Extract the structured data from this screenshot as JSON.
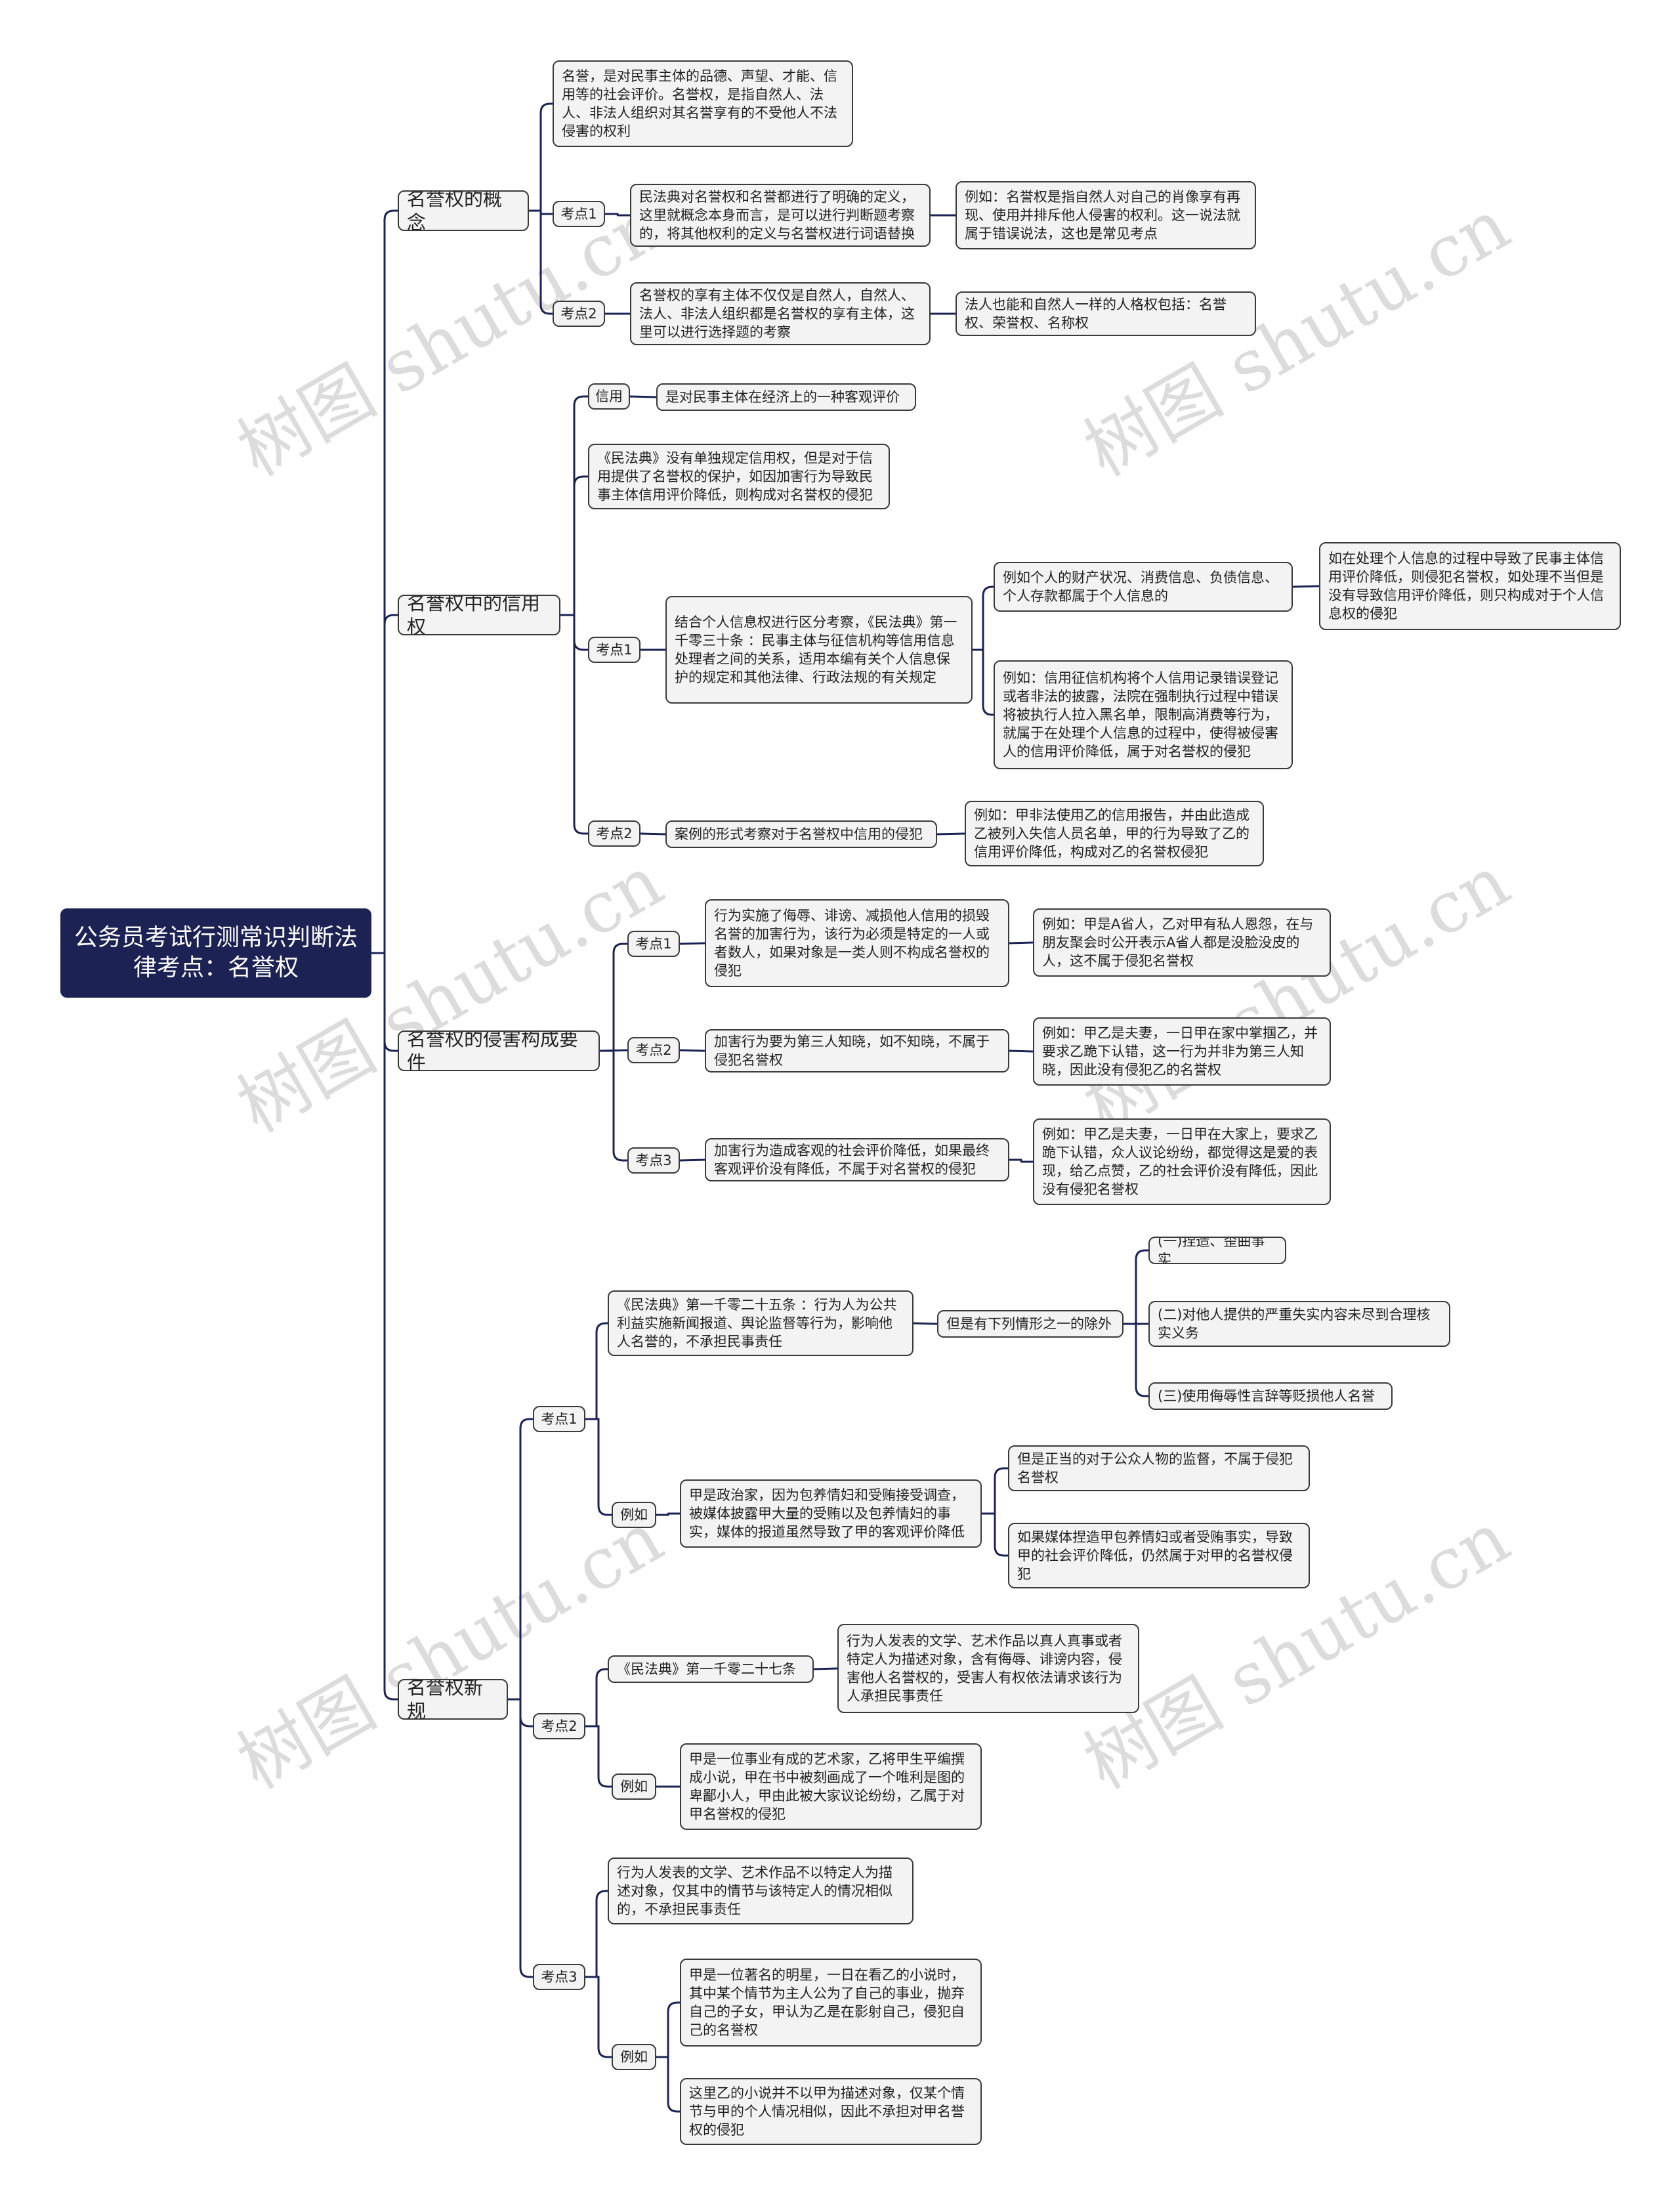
{
  "root": "公务员考试行测常识判断法律考点：名誉权",
  "watermark": "树图 shutu.cn",
  "s1": {
    "title": "名誉权的概念",
    "def": "名誉，是对民事主体的品德、声望、才能、信用等的社会评价。名誉权，是指自然人、法人、非法人组织对其名誉享有的不受他人不法侵害的权利",
    "k1": "考点1",
    "k1_text": "民法典对名誉权和名誉都进行了明确的定义，这里就概念本身而言，是可以进行判断题考察的，将其他权利的定义与名誉权进行词语替换",
    "k1_ex": "例如：名誉权是指自然人对自己的肖像享有再现、使用并排斥他人侵害的权利。这一说法就属于错误说法，这也是常见考点",
    "k2": "考点2",
    "k2_text": "名誉权的享有主体不仅仅是自然人，自然人、法人、非法人组织都是名誉权的享有主体，这里可以进行选择题的考察",
    "k2_ex": "法人也能和自然人一样的人格权包括：名誉权、荣誉权、名称权"
  },
  "s2": {
    "title": "名誉权中的信用权",
    "credit": "信用",
    "credit_def": "是对民事主体在经济上的一种客观评价",
    "note": "《民法典》没有单独规定信用权，但是对于信用提供了名誉权的保护，如因加害行为导致民事主体信用评价降低，则构成对名誉权的侵犯",
    "k1": "考点1",
    "k1_text": "结合个人信息权进行区分考察，《民法典》第一千零三十条 ：民事主体与征信机构等信用信息处理者之间的关系，适用本编有关个人信息保护的规定和其他法律、行政法规的有关规定",
    "k1_ex1": "例如个人的财产状况、消费信息、负债信息、个人存款都属于个人信息的",
    "k1_ex1_sub": "如在处理个人信息的过程中导致了民事主体信用评价降低，则侵犯名誉权，如处理不当但是没有导致信用评价降低，则只构成对于个人信息权的侵犯",
    "k1_ex2": "例如：信用征信机构将个人信用记录错误登记或者非法的披露，法院在强制执行过程中错误将被执行人拉入黑名单，限制高消费等行为，就属于在处理个人信息的过程中，使得被侵害人的信用评价降低，属于对名誉权的侵犯",
    "k2": "考点2",
    "k2_text": "案例的形式考察对于名誉权中信用的侵犯",
    "k2_ex": "例如：甲非法使用乙的信用报告，并由此造成乙被列入失信人员名单，甲的行为导致了乙的信用评价降低，构成对乙的名誉权侵犯"
  },
  "s3": {
    "title": "名誉权的侵害构成要件",
    "k1": "考点1",
    "k1_text": "行为实施了侮辱、诽谤、减损他人信用的损毁名誉的加害行为，该行为必须是特定的一人或者数人，如果对象是一类人则不构成名誉权的侵犯",
    "k1_ex": "例如：甲是A省人，乙对甲有私人恩怨，在与朋友聚会时公开表示A省人都是没脸没皮的人，这不属于侵犯名誉权",
    "k2": "考点2",
    "k2_text": "加害行为要为第三人知晓，如不知晓，不属于侵犯名誉权",
    "k2_ex": "例如：甲乙是夫妻，一日甲在家中掌掴乙，并要求乙跪下认错，这一行为并非为第三人知晓，因此没有侵犯乙的名誉权",
    "k3": "考点3",
    "k3_text": "加害行为造成客观的社会评价降低，如果最终客观评价没有降低，不属于对名誉权的侵犯",
    "k3_ex": "例如：甲乙是夫妻，一日甲在大家上，要求乙跪下认错，众人议论纷纷，都觉得这是爱的表现，给乙点赞，乙的社会评价没有降低，因此没有侵犯名誉权"
  },
  "s4": {
    "title": "名誉权新规",
    "k1": "考点1",
    "k1_law": "《民法典》第一千零二十五条 ：行为人为公共利益实施新闻报道、舆论监督等行为，影响他人名誉的，不承担民事责任",
    "k1_except": "但是有下列情形之一的除外",
    "k1_e1": "(一)捏造、歪曲事实",
    "k1_e2": "(二)对他人提供的严重失实内容未尽到合理核实义务",
    "k1_e3": "(三)使用侮辱性言辞等贬损他人名誉",
    "k1_ex_tag": "例如",
    "k1_ex": "甲是政治家，因为包养情妇和受贿接受调查，被媒体披露甲大量的受贿以及包养情妇的事实，媒体的报道虽然导致了甲的客观评价降低",
    "k1_ex_a": "但是正当的对于公众人物的监督，不属于侵犯名誉权",
    "k1_ex_b": "如果媒体捏造甲包养情妇或者受贿事实，导致甲的社会评价降低，仍然属于对甲的名誉权侵犯",
    "k2": "考点2",
    "k2_law": "《民法典》第一千零二十七条",
    "k2_law_text": "行为人发表的文学、艺术作品以真人真事或者特定人为描述对象，含有侮辱、诽谤内容，侵害他人名誉权的，受害人有权依法请求该行为人承担民事责任",
    "k2_ex_tag": "例如",
    "k2_ex": "甲是一位事业有成的艺术家，乙将甲生平编撰成小说，甲在书中被刻画成了一个唯利是图的卑鄙小人，甲由此被大家议论纷纷，乙属于对甲名誉权的侵犯",
    "k3": "考点3",
    "k3_text": "行为人发表的文学、艺术作品不以特定人为描述对象，仅其中的情节与该特定人的情况相似的，不承担民事责任",
    "k3_ex_tag": "例如",
    "k3_ex_a": "甲是一位著名的明星，一日在看乙的小说时，其中某个情节为主人公为了自己的事业，抛弃自己的子女，甲认为乙是在影射自己，侵犯自己的名誉权",
    "k3_ex_b": "这里乙的小说并不以甲为描述对象，仅某个情节与甲的个人情况相似，因此不承担对甲名誉权的侵犯"
  }
}
